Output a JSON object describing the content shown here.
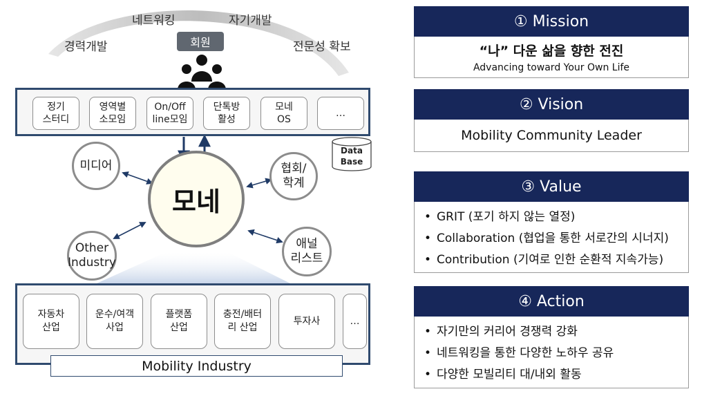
{
  "membership": {
    "benefits": {
      "career": "경력개발",
      "network": "네트워킹",
      "self_dev": "자기개발",
      "expertise": "전문성 확보"
    },
    "member_label": "회원",
    "icon": "people-group-icon"
  },
  "activities": [
    {
      "label": "정기\n스터디"
    },
    {
      "label": "영역별\n소모임"
    },
    {
      "label": "On/Off\nline모임"
    },
    {
      "label": "단톡방\n활성"
    },
    {
      "label": "모네\nOS"
    },
    {
      "label": "…"
    }
  ],
  "database": {
    "label": "Data\nBase"
  },
  "hub": {
    "label": "모네"
  },
  "satellites": {
    "media": "미디어",
    "association": "협회/\n학계",
    "other_industry": "Other\nIndustry",
    "analyst": "애널\n리스트"
  },
  "industries": [
    {
      "label": "자동차\n산업"
    },
    {
      "label": "운수/여객\n사업"
    },
    {
      "label": "플랫폼\n산업"
    },
    {
      "label": "충전/배터\n리 산업"
    },
    {
      "label": "투자사"
    },
    {
      "label": "…"
    }
  ],
  "industry_label": "Mobility Industry",
  "mission": {
    "header": "① Mission",
    "title": "“나” 다운 삶을 향한 전진",
    "subtitle": "Advancing toward Your Own Life"
  },
  "vision": {
    "header": "② Vision",
    "title": "Mobility Community Leader"
  },
  "value": {
    "header": "③ Value",
    "items": [
      "GRIT (포기 하지 않는 열정)",
      "Collaboration (협업을 통한 서로간의 시너지)",
      "Contribution (기여로 인한 순환적 지속가능)"
    ]
  },
  "action": {
    "header": "④ Action",
    "items": [
      "자기만의 커리어 경쟁력 강화",
      "네트워킹을 통한 다양한 노하우 공유",
      "다양한 모빌리티 대/내외 활동"
    ]
  },
  "colors": {
    "navy": "#17275a",
    "frame": "#2f4a6e",
    "core_fill": "#fffdee",
    "gray": "#8c8c8c"
  }
}
